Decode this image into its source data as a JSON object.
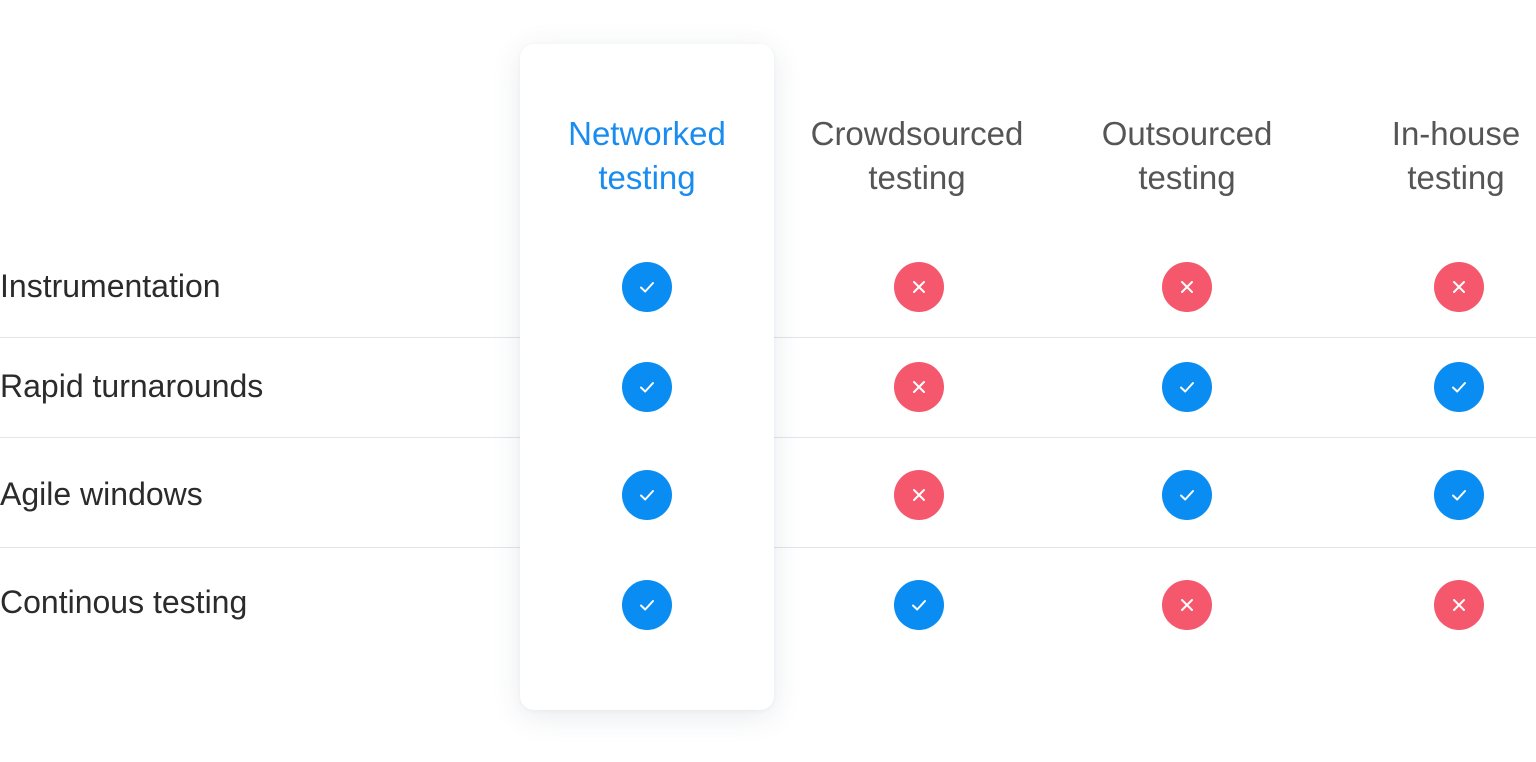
{
  "columns": [
    {
      "line1": "Networked",
      "line2": "testing",
      "featured": true
    },
    {
      "line1": "Crowdsourced",
      "line2": "testing",
      "featured": false
    },
    {
      "line1": "Outsourced",
      "line2": "testing",
      "featured": false
    },
    {
      "line1": "In-house",
      "line2": "testing",
      "featured": false
    }
  ],
  "rows": [
    {
      "label": "Instrumentation",
      "values": [
        true,
        false,
        false,
        false
      ]
    },
    {
      "label": "Rapid turnarounds",
      "values": [
        true,
        false,
        true,
        true
      ]
    },
    {
      "label": "Agile windows",
      "values": [
        true,
        false,
        true,
        true
      ]
    },
    {
      "label": "Continous testing",
      "values": [
        true,
        true,
        false,
        false
      ]
    }
  ],
  "colors": {
    "featured_text": "#1a8cf0",
    "check": "#0a8df2",
    "cross": "#f5576c"
  },
  "icons": {
    "yes": "check-icon",
    "no": "cross-icon"
  }
}
